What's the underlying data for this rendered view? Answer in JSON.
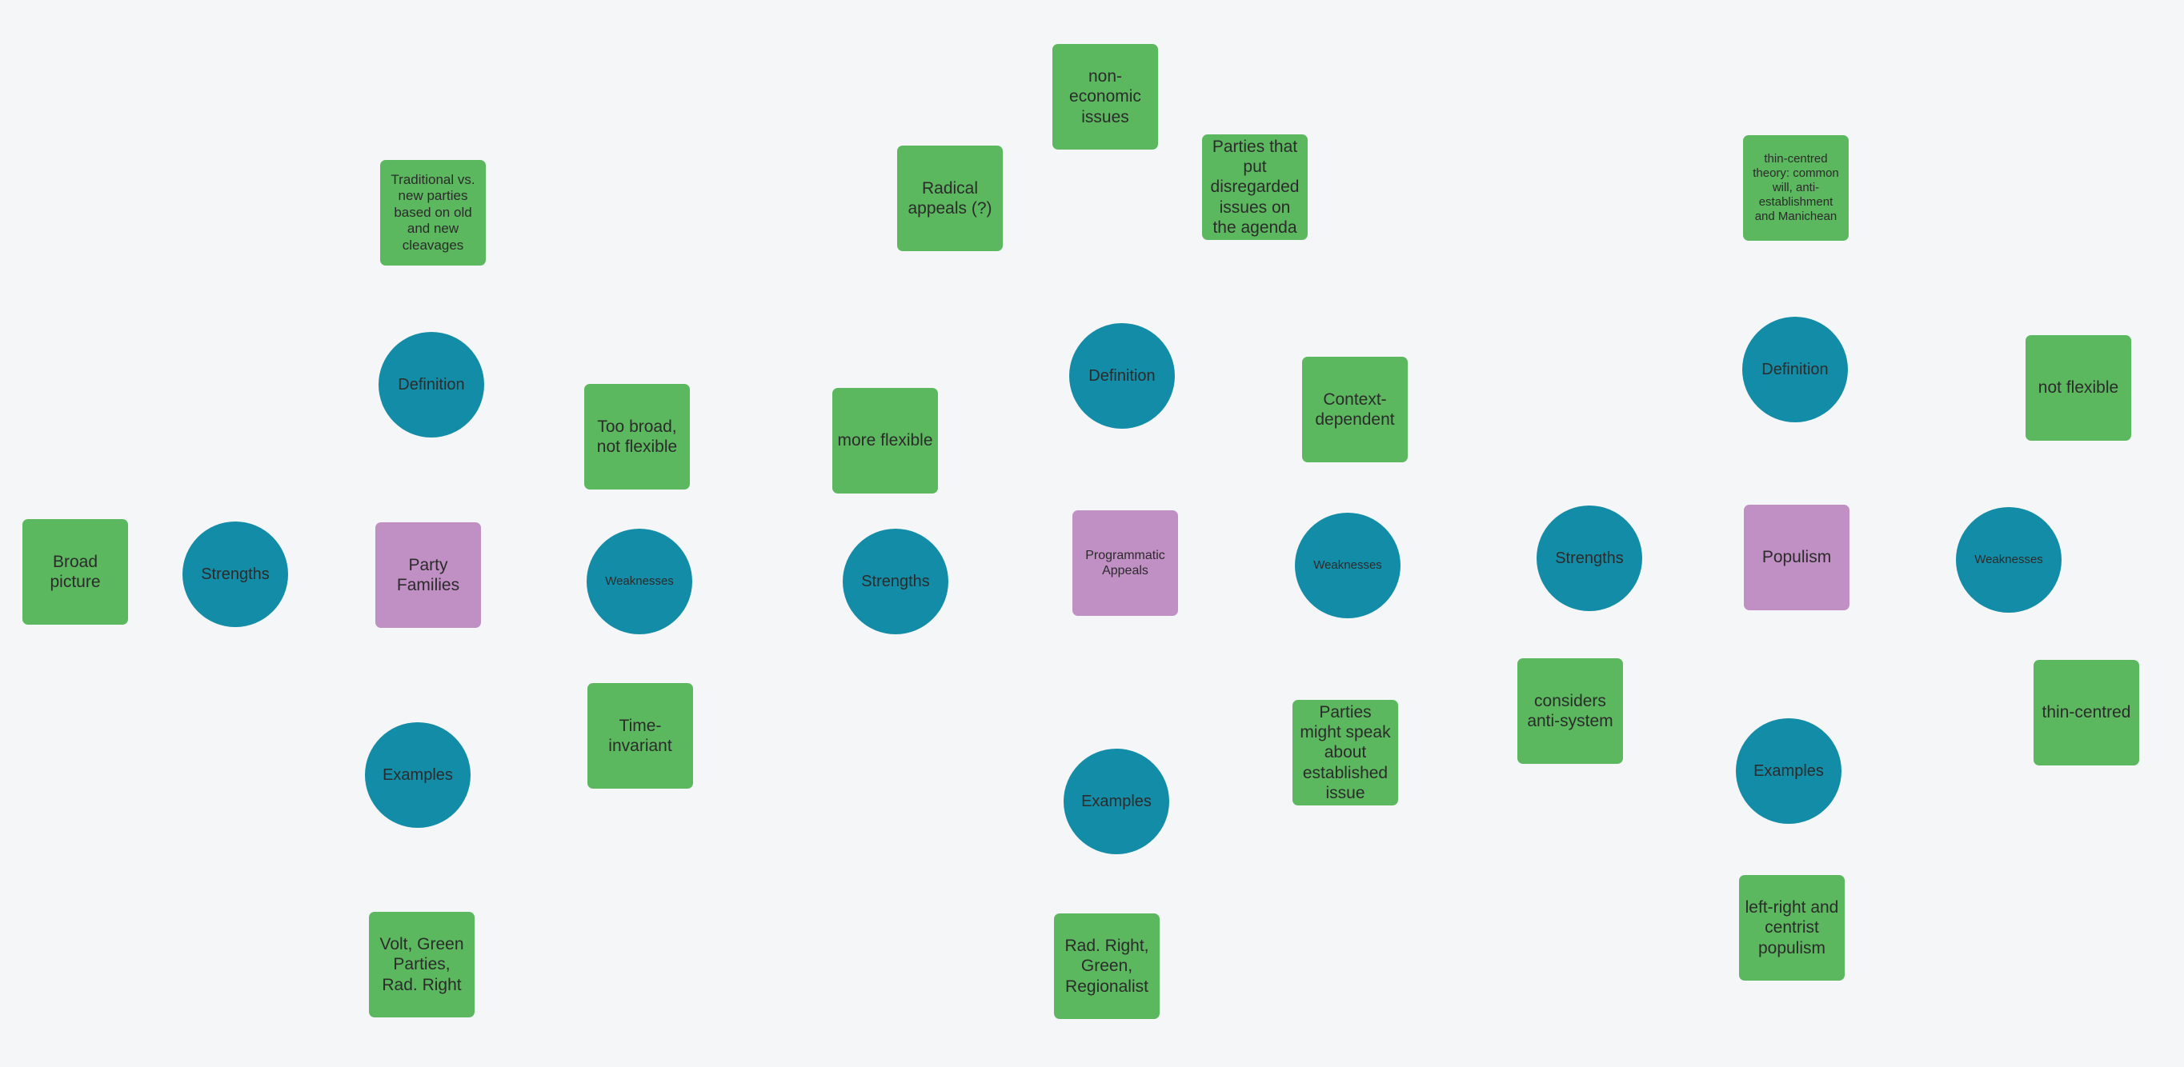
{
  "diagram": {
    "party_families": {
      "center": "Party Families",
      "definition": "Definition",
      "definition_note": "Traditional vs. new parties based on old and new cleavages",
      "strengths": "Strengths",
      "strengths_note": "Broad picture",
      "weaknesses": "Weaknesses",
      "weakness_note_1": "Too broad, not flexible",
      "weakness_note_2": "Time-invariant",
      "examples": "Examples",
      "examples_note": "Volt, Green Parties, Rad.  Right"
    },
    "programmatic_appeals": {
      "center": "Programmatic Appeals",
      "definition": "Definition",
      "definition_note_1": "Radical appeals (?)",
      "definition_note_2": "non-economic issues",
      "definition_note_3": "Parties that put disregarded issues on the agenda",
      "strengths": "Strengths",
      "strengths_note": "more flexible",
      "weaknesses": "Weaknesses",
      "weakness_note_1": "Context-dependent",
      "weakness_note_2": "Parties might speak about established issue",
      "examples": "Examples",
      "examples_note": "Rad. Right, Green, Regionalist"
    },
    "populism": {
      "center": "Populism",
      "definition": "Definition",
      "definition_note": "thin-centred theory: common will, anti-establishment and Manichean",
      "strengths": "Strengths",
      "strengths_note": "considers anti-system",
      "weaknesses": "Weaknesses",
      "weakness_note_1": "not flexible",
      "weakness_note_2": "thin-centred",
      "examples": "Examples",
      "examples_note": "left-right and centrist populism"
    }
  },
  "colors": {
    "background": "#f4f6f8",
    "note_green": "#5cb85f",
    "topic_purple": "#c08fc3",
    "category_teal": "#138ca7"
  }
}
